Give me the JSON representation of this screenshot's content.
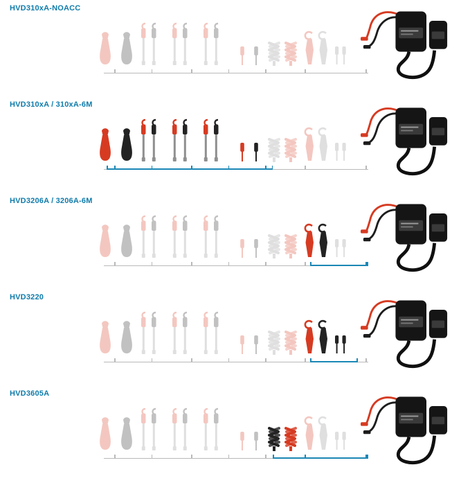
{
  "page": {
    "background": "#ffffff"
  },
  "colors": {
    "title_blue": "#0f7cab",
    "bracket_blue": "#1b87b5",
    "bracket_gray": "#b9b9b9",
    "red": "#d63b22",
    "black": "#232323",
    "gray": "#8e8e8e",
    "faded_opacity": 0.28
  },
  "rows": [
    {
      "title": "HVD310xA-NOACC",
      "accessories": [
        {
          "type": "alligator-clip",
          "color": "red",
          "included": false
        },
        {
          "type": "alligator-clip",
          "color": "black",
          "included": false
        },
        {
          "type": "sprung-hook-tip",
          "color": "red",
          "included": false
        },
        {
          "type": "sprung-hook-tip",
          "color": "black",
          "included": false
        },
        {
          "type": "sprung-hook-tip",
          "color": "red",
          "included": false
        },
        {
          "type": "sprung-hook-tip",
          "color": "black",
          "included": false
        },
        {
          "type": "sprung-hook-tip",
          "color": "red",
          "included": false
        },
        {
          "type": "sprung-hook-tip",
          "color": "black",
          "included": false
        },
        {
          "type": "pin-plug",
          "color": "red",
          "included": false
        },
        {
          "type": "pin-plug",
          "color": "black",
          "included": false
        },
        {
          "type": "spring-clip",
          "color": "gray",
          "included": false
        },
        {
          "type": "spring-clip",
          "color": "red",
          "included": false
        },
        {
          "type": "hook-clip",
          "color": "red",
          "included": false
        },
        {
          "type": "hook-clip",
          "color": "gray",
          "included": false
        },
        {
          "type": "pin-pair",
          "color": "gray",
          "included": false
        }
      ],
      "included_range": null
    },
    {
      "title": "HVD310xA / 310xA-6M",
      "accessories": [
        {
          "type": "alligator-clip",
          "color": "red",
          "included": true
        },
        {
          "type": "alligator-clip",
          "color": "black",
          "included": true
        },
        {
          "type": "sprung-hook-tip",
          "color": "red",
          "included": true
        },
        {
          "type": "sprung-hook-tip",
          "color": "black",
          "included": true
        },
        {
          "type": "sprung-hook-tip",
          "color": "red",
          "included": true
        },
        {
          "type": "sprung-hook-tip",
          "color": "black",
          "included": true
        },
        {
          "type": "sprung-hook-tip",
          "color": "red",
          "included": true
        },
        {
          "type": "sprung-hook-tip",
          "color": "black",
          "included": true
        },
        {
          "type": "pin-plug",
          "color": "red",
          "included": true
        },
        {
          "type": "pin-plug",
          "color": "black",
          "included": true
        },
        {
          "type": "spring-clip",
          "color": "gray",
          "included": false
        },
        {
          "type": "spring-clip",
          "color": "red",
          "included": false
        },
        {
          "type": "hook-clip",
          "color": "red",
          "included": false
        },
        {
          "type": "hook-clip",
          "color": "gray",
          "included": false
        },
        {
          "type": "pin-pair",
          "color": "gray",
          "included": false
        }
      ],
      "included_range": {
        "start_pct": 1,
        "end_pct": 64
      }
    },
    {
      "title": "HVD3206A / 3206A-6M",
      "accessories": [
        {
          "type": "alligator-clip",
          "color": "red",
          "included": false
        },
        {
          "type": "alligator-clip",
          "color": "black",
          "included": false
        },
        {
          "type": "sprung-hook-tip",
          "color": "red",
          "included": false
        },
        {
          "type": "sprung-hook-tip",
          "color": "black",
          "included": false
        },
        {
          "type": "sprung-hook-tip",
          "color": "red",
          "included": false
        },
        {
          "type": "sprung-hook-tip",
          "color": "black",
          "included": false
        },
        {
          "type": "sprung-hook-tip",
          "color": "red",
          "included": false
        },
        {
          "type": "sprung-hook-tip",
          "color": "black",
          "included": false
        },
        {
          "type": "pin-plug",
          "color": "red",
          "included": false
        },
        {
          "type": "pin-plug",
          "color": "black",
          "included": false
        },
        {
          "type": "spring-clip",
          "color": "gray",
          "included": false
        },
        {
          "type": "spring-clip",
          "color": "red",
          "included": false
        },
        {
          "type": "hook-clip",
          "color": "red",
          "included": true
        },
        {
          "type": "hook-clip",
          "color": "black",
          "included": true
        },
        {
          "type": "pin-pair",
          "color": "gray",
          "included": false
        }
      ],
      "included_range": {
        "start_pct": 78,
        "end_pct": 100
      }
    },
    {
      "title": "HVD3220",
      "accessories": [
        {
          "type": "alligator-clip",
          "color": "red",
          "included": false
        },
        {
          "type": "alligator-clip",
          "color": "black",
          "included": false
        },
        {
          "type": "sprung-hook-tip",
          "color": "red",
          "included": false
        },
        {
          "type": "sprung-hook-tip",
          "color": "black",
          "included": false
        },
        {
          "type": "sprung-hook-tip",
          "color": "red",
          "included": false
        },
        {
          "type": "sprung-hook-tip",
          "color": "black",
          "included": false
        },
        {
          "type": "sprung-hook-tip",
          "color": "red",
          "included": false
        },
        {
          "type": "sprung-hook-tip",
          "color": "black",
          "included": false
        },
        {
          "type": "pin-plug",
          "color": "red",
          "included": false
        },
        {
          "type": "pin-plug",
          "color": "black",
          "included": false
        },
        {
          "type": "spring-clip",
          "color": "gray",
          "included": false
        },
        {
          "type": "spring-clip",
          "color": "red",
          "included": false
        },
        {
          "type": "hook-clip",
          "color": "red",
          "included": true
        },
        {
          "type": "hook-clip",
          "color": "black",
          "included": true
        },
        {
          "type": "pin-pair",
          "color": "black",
          "included": true
        }
      ],
      "included_range": {
        "start_pct": 78,
        "end_pct": 96
      }
    },
    {
      "title": "HVD3605A",
      "accessories": [
        {
          "type": "alligator-clip",
          "color": "red",
          "included": false
        },
        {
          "type": "alligator-clip",
          "color": "black",
          "included": false
        },
        {
          "type": "sprung-hook-tip",
          "color": "red",
          "included": false
        },
        {
          "type": "sprung-hook-tip",
          "color": "black",
          "included": false
        },
        {
          "type": "sprung-hook-tip",
          "color": "red",
          "included": false
        },
        {
          "type": "sprung-hook-tip",
          "color": "black",
          "included": false
        },
        {
          "type": "sprung-hook-tip",
          "color": "red",
          "included": false
        },
        {
          "type": "sprung-hook-tip",
          "color": "black",
          "included": false
        },
        {
          "type": "pin-plug",
          "color": "red",
          "included": false
        },
        {
          "type": "pin-plug",
          "color": "black",
          "included": false
        },
        {
          "type": "spring-clip",
          "color": "black",
          "included": true
        },
        {
          "type": "spring-clip",
          "color": "red",
          "included": true
        },
        {
          "type": "hook-clip",
          "color": "red",
          "included": false
        },
        {
          "type": "hook-clip",
          "color": "gray",
          "included": false
        },
        {
          "type": "pin-pair",
          "color": "gray",
          "included": false
        }
      ],
      "included_range": {
        "start_pct": 64,
        "end_pct": 100
      }
    }
  ]
}
